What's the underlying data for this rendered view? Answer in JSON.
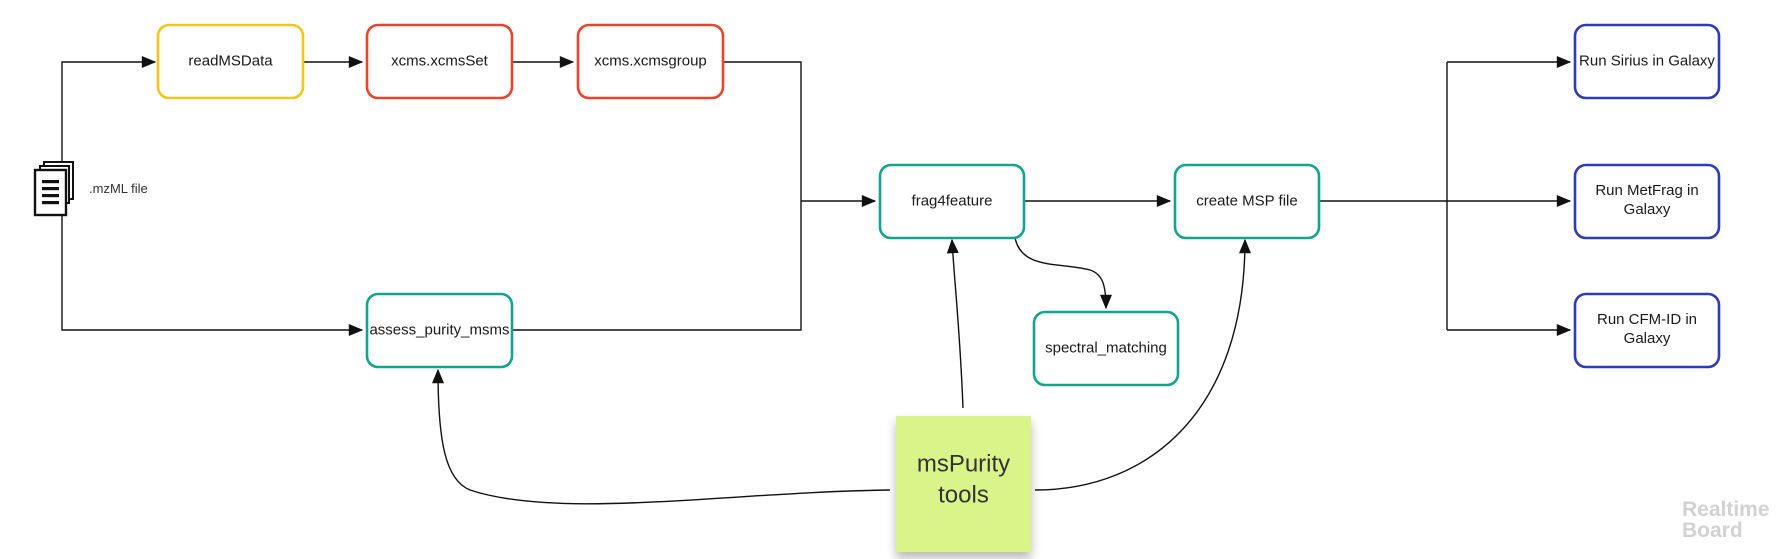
{
  "diagram": {
    "file_input": {
      "label": ".mzML file",
      "icon": "document-stack-icon"
    },
    "nodes": {
      "read_ms_data": {
        "label": "readMSData",
        "color": "#f5c518"
      },
      "xcms_set": {
        "label": "xcms.xcmsSet",
        "color": "#e8452c"
      },
      "xcms_group": {
        "label": "xcms.xcmsgroup",
        "color": "#e8452c"
      },
      "assess_purity": {
        "label": "assess_purity_msms",
        "color": "#14a38b"
      },
      "frag4feature": {
        "label": "frag4feature",
        "color": "#14a38b"
      },
      "spectral_matching": {
        "label": "spectral_matching",
        "color": "#14a38b"
      },
      "create_msp": {
        "label": "create MSP file",
        "color": "#14a38b"
      },
      "run_sirius": {
        "label": "Run Sirius in Galaxy",
        "color": "#2e3cb5"
      },
      "run_metfrag": {
        "label_line1": "Run MetFrag in",
        "label_line2": "Galaxy",
        "color": "#2e3cb5"
      },
      "run_cfmid": {
        "label_line1": "Run CFM-ID in",
        "label_line2": "Galaxy",
        "color": "#2e3cb5"
      }
    },
    "sticky_note": {
      "line1": "msPurity",
      "line2": "tools",
      "color": "#d9f58a"
    },
    "watermark": {
      "line1": "Realtime",
      "line2": "Board"
    },
    "edge_color": "#111111"
  }
}
